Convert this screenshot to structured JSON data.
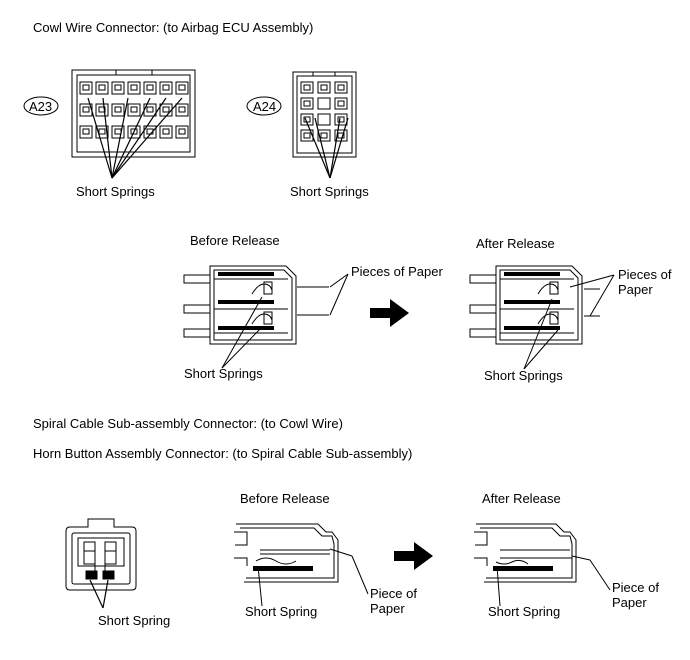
{
  "headings": {
    "cowl": "Cowl Wire Connector: (to Airbag ECU Assembly)",
    "spiral": "Spiral Cable Sub-assembly Connector: (to Cowl Wire)",
    "horn": "Horn Button Assembly Connector: (to Spiral Cable Sub-assembly)"
  },
  "connectors": {
    "a23": "A23",
    "a24": "A24"
  },
  "labels": {
    "short_springs": "Short Springs",
    "short_spring": "Short Spring",
    "before_release": "Before Release",
    "after_release": "After Release",
    "pieces_of_paper": "Pieces of Paper",
    "pieces_of_paper_wrapped": "Pieces of\nPaper",
    "piece_of_paper": "Piece of\nPaper"
  }
}
